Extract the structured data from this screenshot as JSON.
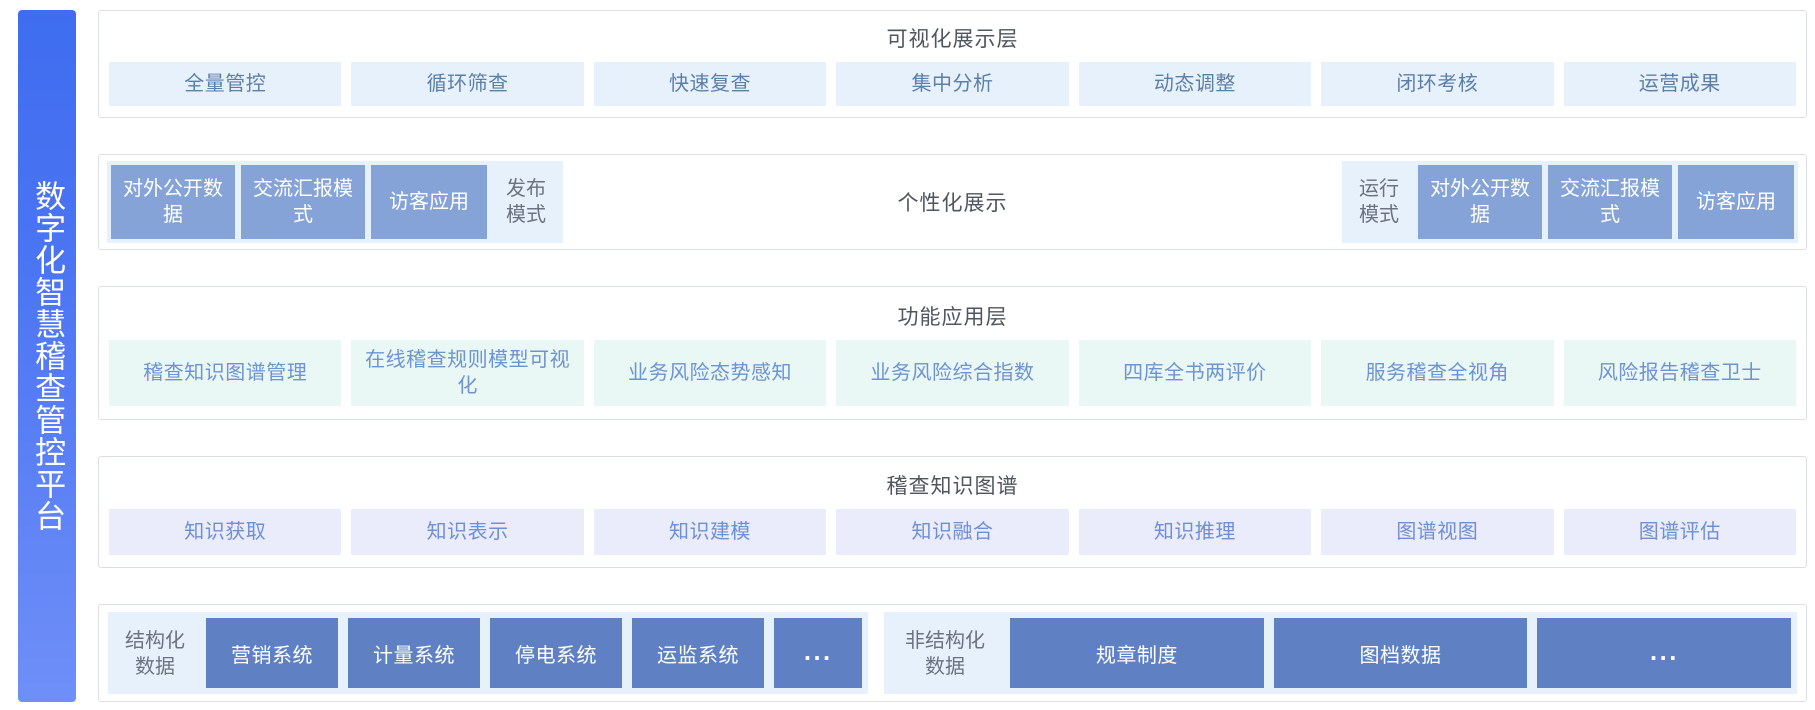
{
  "banner": {
    "title": "数字化智慧稽查管控平台"
  },
  "colors": {
    "banner_gradient_start": "#3f6df0",
    "banner_gradient_end": "#6f8ff8",
    "chip_pale_blue_bg": "#e7f1fb",
    "chip_pale_blue_text": "#5c7fa8",
    "chip_mint_bg": "#e9f7f5",
    "chip_mint_text": "#6e93d2",
    "chip_lavender_bg": "#eaecfb",
    "chip_lavender_text": "#6e8fd8",
    "mode_solid_bg": "#85a3d7",
    "source_chip_bg": "#5f81c4",
    "layer_border": "#dcdfe6",
    "layer_title_text": "#50555f"
  },
  "layers": [
    {
      "id": "visualization",
      "title": "可视化展示层",
      "chips": [
        "全量管控",
        "循环筛查",
        "快速复查",
        "集中分析",
        "动态调整",
        "闭环考核",
        "运营成果"
      ]
    },
    {
      "id": "mode-bar",
      "center_title": "个性化展示",
      "left_group": [
        {
          "label": "对外公开数据",
          "style": "solid"
        },
        {
          "label": "交流汇报模式",
          "style": "solid"
        },
        {
          "label": "访客应用",
          "style": "solid"
        },
        {
          "label": "发布模式",
          "style": "light"
        }
      ],
      "right_group": [
        {
          "label": "运行模式",
          "style": "light"
        },
        {
          "label": "对外公开数据",
          "style": "solid"
        },
        {
          "label": "交流汇报模式",
          "style": "solid"
        },
        {
          "label": "访客应用",
          "style": "solid"
        }
      ]
    },
    {
      "id": "function-application",
      "title": "功能应用层",
      "chips": [
        "稽查知识图谱管理",
        "在线稽查规则模型可视化",
        "业务风险态势感知",
        "业务风险综合指数",
        "四库全书两评价",
        "服务稽查全视角",
        "风险报告稽查卫士"
      ]
    },
    {
      "id": "knowledge-graph",
      "title": "稽查知识图谱",
      "chips": [
        "知识获取",
        "知识表示",
        "知识建模",
        "知识融合",
        "知识推理",
        "图谱视图",
        "图谱评估"
      ]
    },
    {
      "id": "data-sources",
      "structured": {
        "label": "结构化数据",
        "items": [
          "营销系统",
          "计量系统",
          "停电系统",
          "运监系统",
          "..."
        ]
      },
      "unstructured": {
        "label": "非结构化数据",
        "items": [
          "规章制度",
          "图档数据",
          "..."
        ]
      }
    }
  ]
}
